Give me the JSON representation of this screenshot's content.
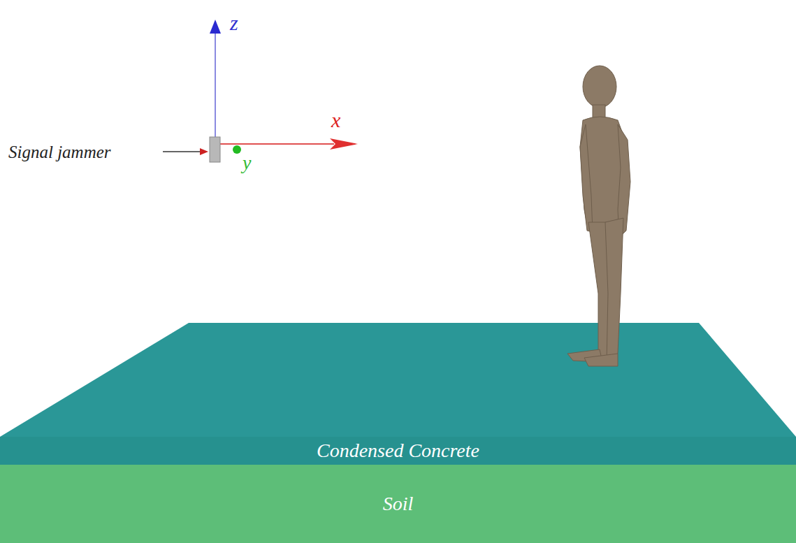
{
  "diagram": {
    "nodes": [
      {
        "text": [
          "Condensed Concrete"
        ]
      },
      {
        "text": [
          "Soil"
        ]
      }
    ],
    "labels": [
      "Signal jammer",
      "z",
      "x",
      "y"
    ]
  }
}
